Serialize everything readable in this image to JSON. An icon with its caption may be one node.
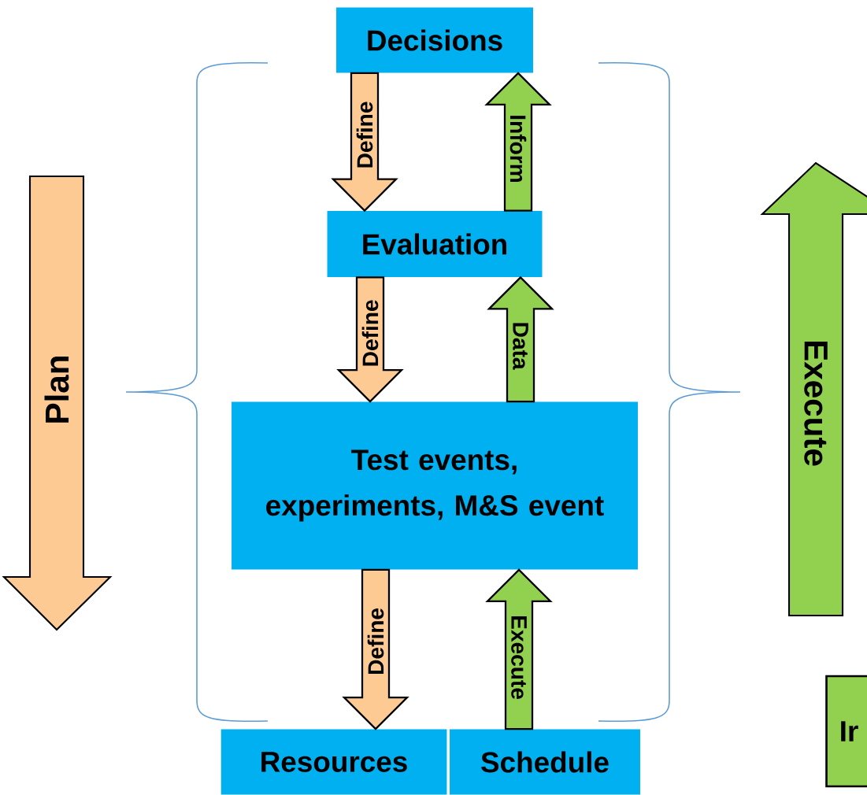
{
  "diagram": {
    "nodes": [
      {
        "text": [
          "Decisions"
        ]
      },
      {
        "text": [
          "Evaluation"
        ]
      },
      {
        "text": [
          "Test events, experiments, M&S event"
        ]
      },
      {
        "text": [
          "Resources"
        ]
      },
      {
        "text": [
          "Schedule"
        ]
      },
      {
        "text": [
          "Ir"
        ]
      }
    ],
    "edges": [
      {
        "from": 0,
        "to": 1,
        "arrow": "to",
        "label": "Define"
      },
      {
        "from": 1,
        "to": 0,
        "arrow": "to",
        "label": "Inform",
        "color": "#92d050"
      },
      {
        "from": 1,
        "to": 2,
        "arrow": "to",
        "label": "Define"
      },
      {
        "from": 2,
        "to": 1,
        "arrow": "to",
        "label": "Data",
        "color": "#92d050"
      },
      {
        "from": 2,
        "to": 3,
        "arrow": "to",
        "label": "Define"
      },
      {
        "from": 4,
        "to": 2,
        "arrow": "to",
        "label": "Execute",
        "color": "#92d050"
      }
    ],
    "labels": [
      "Plan",
      "Execute"
    ]
  }
}
